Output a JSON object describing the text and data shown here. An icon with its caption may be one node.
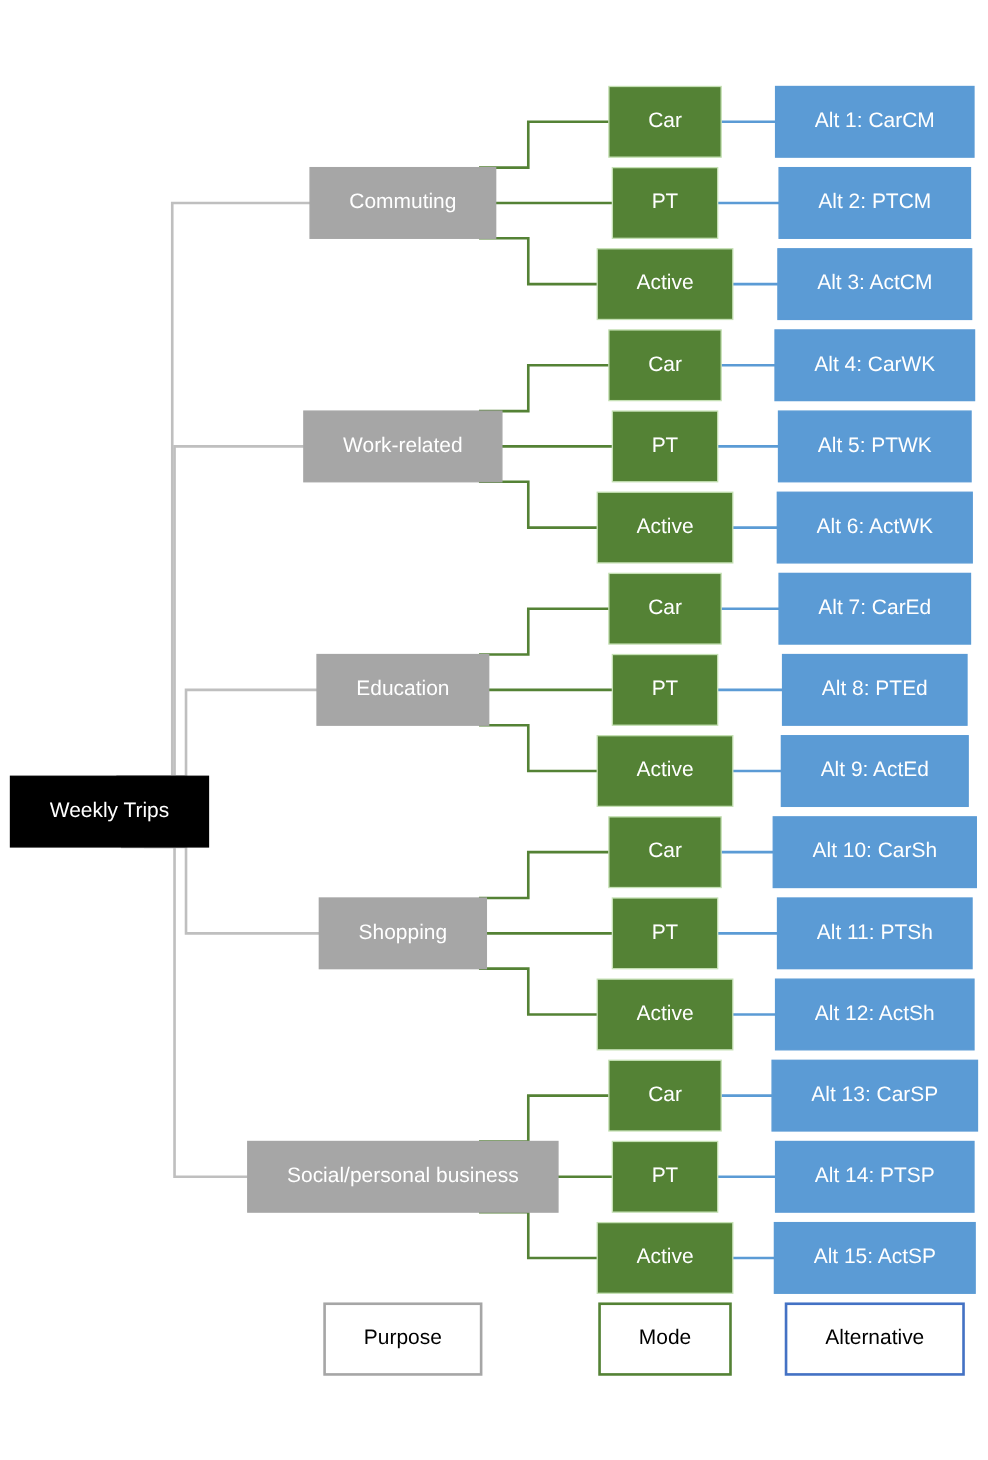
{
  "diagram": {
    "nodes": [
      {
        "text": [
          "Purpose"
        ]
      },
      {
        "text": [
          "Mode"
        ]
      },
      {
        "text": [
          "Alternative"
        ]
      },
      {
        "text": [
          "Weekly Trips"
        ]
      },
      {
        "text": [
          "Commuting"
        ]
      },
      {
        "text": [
          "Work-related"
        ]
      },
      {
        "text": [
          "Education"
        ]
      },
      {
        "text": [
          "Shopping"
        ]
      },
      {
        "text": [
          "Social/personal business"
        ]
      },
      {
        "text": [
          "Car"
        ]
      },
      {
        "text": [
          "PT"
        ]
      },
      {
        "text": [
          "Active"
        ]
      },
      {
        "text": [
          "Car"
        ]
      },
      {
        "text": [
          "PT"
        ]
      },
      {
        "text": [
          "Active"
        ]
      },
      {
        "text": [
          "Car"
        ]
      },
      {
        "text": [
          "PT"
        ]
      },
      {
        "text": [
          "Active"
        ]
      },
      {
        "text": [
          "Car"
        ]
      },
      {
        "text": [
          "PT"
        ]
      },
      {
        "text": [
          "Active"
        ]
      },
      {
        "text": [
          "Car"
        ]
      },
      {
        "text": [
          "PT"
        ]
      },
      {
        "text": [
          "Active"
        ]
      },
      {
        "text": [
          "Alt 1: CarCM"
        ]
      },
      {
        "text": [
          "Alt 2: PTCM"
        ]
      },
      {
        "text": [
          "Alt 3: ActCM"
        ]
      },
      {
        "text": [
          "Alt 4: CarWK"
        ]
      },
      {
        "text": [
          "Alt 5: PTWK"
        ]
      },
      {
        "text": [
          "Alt 6: ActWK"
        ]
      },
      {
        "text": [
          "Alt 7: CarEd"
        ]
      },
      {
        "text": [
          "Alt 8: PTEd"
        ]
      },
      {
        "text": [
          "Alt 9: ActEd"
        ]
      },
      {
        "text": [
          "Alt 10: CarSh"
        ]
      },
      {
        "text": [
          "Alt 11: PTSh"
        ]
      },
      {
        "text": [
          "Alt 12: ActSh"
        ]
      },
      {
        "text": [
          "Alt 13: CarSP"
        ]
      },
      {
        "text": [
          "Alt 14: PTSP"
        ]
      },
      {
        "text": [
          "Alt 15: ActSP"
        ]
      }
    ],
    "edges": [
      {
        "from": 3,
        "to": 4,
        "arrow": "none",
        "color": "#bfbfbf"
      },
      {
        "from": 3,
        "to": 5,
        "arrow": "none",
        "color": "#bfbfbf"
      },
      {
        "from": 3,
        "to": 6,
        "arrow": "none",
        "color": "#bfbfbf"
      },
      {
        "from": 3,
        "to": 7,
        "arrow": "none",
        "color": "#bfbfbf"
      },
      {
        "from": 3,
        "to": 8,
        "arrow": "none",
        "color": "#bfbfbf"
      },
      {
        "from": 4,
        "to": 9,
        "arrow": "none",
        "color": "#548235"
      },
      {
        "from": 4,
        "to": 10,
        "arrow": "none",
        "color": "#548235"
      },
      {
        "from": 4,
        "to": 11,
        "arrow": "none",
        "color": "#548235"
      },
      {
        "from": 5,
        "to": 12,
        "arrow": "none",
        "color": "#548235"
      },
      {
        "from": 5,
        "to": 13,
        "arrow": "none",
        "color": "#548235"
      },
      {
        "from": 5,
        "to": 14,
        "arrow": "none",
        "color": "#548235"
      },
      {
        "from": 6,
        "to": 15,
        "arrow": "none",
        "color": "#548235"
      },
      {
        "from": 6,
        "to": 16,
        "arrow": "none",
        "color": "#548235"
      },
      {
        "from": 6,
        "to": 17,
        "arrow": "none",
        "color": "#548235"
      },
      {
        "from": 7,
        "to": 18,
        "arrow": "none",
        "color": "#548235"
      },
      {
        "from": 7,
        "to": 19,
        "arrow": "none",
        "color": "#548235"
      },
      {
        "from": 7,
        "to": 20,
        "arrow": "none",
        "color": "#548235"
      },
      {
        "from": 8,
        "to": 21,
        "arrow": "none",
        "color": "#548235"
      },
      {
        "from": 8,
        "to": 22,
        "arrow": "none",
        "color": "#548235"
      },
      {
        "from": 8,
        "to": 23,
        "arrow": "none",
        "color": "#548235"
      },
      {
        "from": 9,
        "to": 24,
        "arrow": "none",
        "color": "#5b9bd5"
      },
      {
        "from": 10,
        "to": 25,
        "arrow": "none",
        "color": "#5b9bd5"
      },
      {
        "from": 11,
        "to": 26,
        "arrow": "none",
        "color": "#5b9bd5"
      },
      {
        "from": 12,
        "to": 27,
        "arrow": "none",
        "color": "#5b9bd5"
      },
      {
        "from": 13,
        "to": 28,
        "arrow": "none",
        "color": "#5b9bd5"
      },
      {
        "from": 14,
        "to": 29,
        "arrow": "none",
        "color": "#5b9bd5"
      },
      {
        "from": 15,
        "to": 30,
        "arrow": "none",
        "color": "#5b9bd5"
      },
      {
        "from": 16,
        "to": 31,
        "arrow": "none",
        "color": "#5b9bd5"
      },
      {
        "from": 17,
        "to": 32,
        "arrow": "none",
        "color": "#5b9bd5"
      },
      {
        "from": 18,
        "to": 33,
        "arrow": "none",
        "color": "#5b9bd5"
      },
      {
        "from": 19,
        "to": 34,
        "arrow": "none",
        "color": "#5b9bd5"
      },
      {
        "from": 20,
        "to": 35,
        "arrow": "none",
        "color": "#5b9bd5"
      },
      {
        "from": 21,
        "to": 36,
        "arrow": "none",
        "color": "#5b9bd5"
      },
      {
        "from": 22,
        "to": 37,
        "arrow": "none",
        "color": "#5b9bd5"
      },
      {
        "from": 23,
        "to": 38,
        "arrow": "none",
        "color": "#5b9bd5"
      }
    ]
  }
}
